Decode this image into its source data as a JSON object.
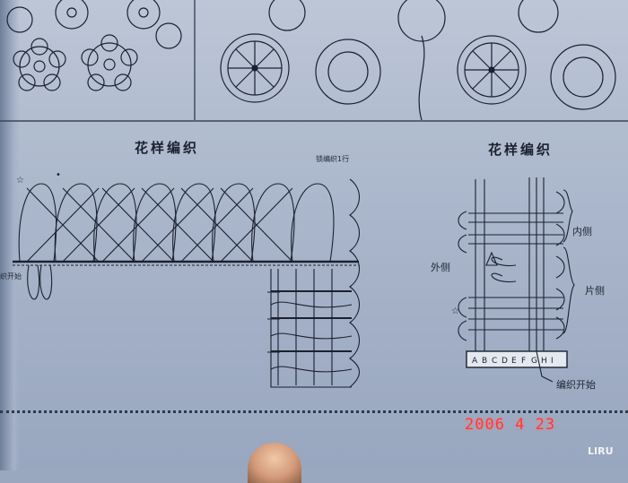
{
  "left_diagram": {
    "title": "花样编织",
    "annotation_row": "锁编织1行",
    "annotation_start": "织开始"
  },
  "right_diagram": {
    "title": "花样编织",
    "label_outer": "外侧",
    "label_inner": "内侧",
    "label_piece": "片侧",
    "letters": [
      "A",
      "B",
      "C",
      "D",
      "E",
      "F",
      "G",
      "H",
      "I"
    ],
    "label_start": "编织开始"
  },
  "camera": {
    "date": "2006  4 23"
  },
  "watermark": "LIRU"
}
